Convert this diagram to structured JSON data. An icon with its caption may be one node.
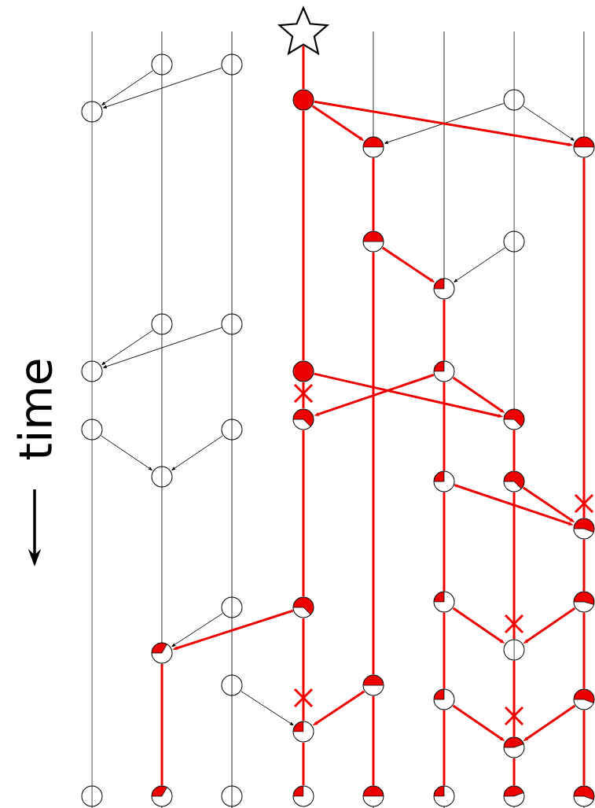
{
  "diagram": {
    "nodes": [
      {
        "text": [],
        "shape": "star"
      },
      {
        "text": [],
        "shape": "circle"
      },
      {
        "text": [],
        "shape": "circle"
      },
      {
        "text": [],
        "shape": "circle"
      },
      {
        "text": [],
        "shape": "circle"
      },
      {
        "text": [],
        "shape": "circle"
      },
      {
        "text": [],
        "shape": "circle"
      },
      {
        "text": [],
        "shape": "circle"
      },
      {
        "text": [],
        "shape": "circle"
      },
      {
        "text": [],
        "shape": "circle"
      },
      {
        "text": [],
        "shape": "circle"
      },
      {
        "text": [],
        "shape": "circle"
      },
      {
        "text": [],
        "shape": "circle"
      },
      {
        "text": [],
        "shape": "circle"
      },
      {
        "text": [],
        "shape": "circle"
      },
      {
        "text": [],
        "shape": "circle"
      },
      {
        "text": [],
        "shape": "circle"
      },
      {
        "text": [],
        "shape": "circle"
      },
      {
        "text": [],
        "shape": "circle"
      },
      {
        "text": [],
        "shape": "circle"
      },
      {
        "text": [],
        "shape": "circle"
      },
      {
        "text": [],
        "shape": "circle"
      },
      {
        "text": [],
        "shape": "circle"
      },
      {
        "text": [],
        "shape": "circle"
      },
      {
        "text": [],
        "shape": "circle"
      },
      {
        "text": [],
        "shape": "circle"
      },
      {
        "text": [],
        "shape": "circle"
      },
      {
        "text": [],
        "shape": "circle"
      },
      {
        "text": [],
        "shape": "circle"
      },
      {
        "text": [],
        "shape": "circle"
      },
      {
        "text": [],
        "shape": "circle"
      },
      {
        "text": [],
        "shape": "circle"
      },
      {
        "text": [],
        "shape": "circle"
      },
      {
        "text": [],
        "shape": "circle"
      },
      {
        "text": [],
        "shape": "circle"
      },
      {
        "text": [],
        "shape": "circle"
      },
      {
        "text": [],
        "shape": "circle"
      },
      {
        "text": [],
        "shape": "circle"
      },
      {
        "text": [],
        "shape": "circle"
      },
      {
        "text": [],
        "shape": "circle"
      },
      {
        "text": [],
        "shape": "circle"
      },
      {
        "text": [],
        "shape": "circle"
      },
      {
        "text": [],
        "shape": "circle"
      },
      {
        "text": [],
        "shape": "circle"
      }
    ],
    "edges": [
      {
        "from": 1,
        "to": 5,
        "arrow": "to",
        "color": "#000000"
      },
      {
        "from": 2,
        "to": 5,
        "arrow": "to",
        "color": "#000000"
      },
      {
        "from": 4,
        "to": 6,
        "arrow": "to",
        "color": "#000000"
      },
      {
        "from": 4,
        "to": 7,
        "arrow": "to",
        "color": "#000000"
      },
      {
        "from": 9,
        "to": 10,
        "arrow": "to",
        "color": "#000000"
      },
      {
        "from": 11,
        "to": 13,
        "arrow": "to",
        "color": "#000000"
      },
      {
        "from": 12,
        "to": 13,
        "arrow": "to",
        "color": "#000000"
      },
      {
        "from": 18,
        "to": 20,
        "arrow": "to",
        "color": "#000000"
      },
      {
        "from": 19,
        "to": 20,
        "arrow": "to",
        "color": "#000000"
      },
      {
        "from": 26,
        "to": 29,
        "arrow": "to",
        "color": "#000000"
      },
      {
        "from": 30,
        "to": 34,
        "arrow": "to",
        "color": "#000000"
      },
      {
        "from": 3,
        "to": 6,
        "arrow": "to"
      },
      {
        "from": 3,
        "to": 7,
        "arrow": "to"
      },
      {
        "from": 8,
        "to": 10,
        "arrow": "to"
      },
      {
        "from": 14,
        "to": 17,
        "arrow": "to"
      },
      {
        "from": 15,
        "to": 16,
        "arrow": "to"
      },
      {
        "from": 15,
        "to": 17,
        "arrow": "to"
      },
      {
        "from": 21,
        "to": 23,
        "arrow": "to"
      },
      {
        "from": 22,
        "to": 23,
        "arrow": "to"
      },
      {
        "from": 27,
        "to": 29,
        "arrow": "to"
      },
      {
        "from": 24,
        "to": 28,
        "arrow": "to"
      },
      {
        "from": 25,
        "to": 28,
        "arrow": "to"
      },
      {
        "from": 31,
        "to": 34,
        "arrow": "to"
      },
      {
        "from": 32,
        "to": 35,
        "arrow": "to"
      },
      {
        "from": 33,
        "to": 35,
        "arrow": "to"
      },
      {
        "from": 0,
        "to": 3,
        "arrow": "none"
      },
      {
        "from": 3,
        "to": 14,
        "arrow": "none"
      },
      {
        "from": 14,
        "to": 16,
        "arrow": "none"
      },
      {
        "from": 16,
        "to": 27,
        "arrow": "none"
      },
      {
        "from": 27,
        "to": 34,
        "arrow": "none"
      },
      {
        "from": 34,
        "to": 39,
        "arrow": "none"
      },
      {
        "from": 6,
        "to": 8,
        "arrow": "none"
      },
      {
        "from": 8,
        "to": 31,
        "arrow": "none"
      },
      {
        "from": 31,
        "to": 40,
        "arrow": "none"
      },
      {
        "from": 7,
        "to": 23,
        "arrow": "none"
      },
      {
        "from": 23,
        "to": 25,
        "arrow": "none"
      },
      {
        "from": 25,
        "to": 33,
        "arrow": "none"
      },
      {
        "from": 33,
        "to": 43,
        "arrow": "none"
      },
      {
        "from": 10,
        "to": 15,
        "arrow": "none"
      },
      {
        "from": 15,
        "to": 21,
        "arrow": "none"
      },
      {
        "from": 21,
        "to": 24,
        "arrow": "none"
      },
      {
        "from": 24,
        "to": 32,
        "arrow": "none"
      },
      {
        "from": 32,
        "to": 41,
        "arrow": "none"
      },
      {
        "from": 17,
        "to": 22,
        "arrow": "none"
      },
      {
        "from": 22,
        "to": 28,
        "arrow": "none"
      },
      {
        "from": 28,
        "to": 35,
        "arrow": "none"
      },
      {
        "from": 35,
        "to": 42,
        "arrow": "none"
      },
      {
        "from": 29,
        "to": 37,
        "arrow": "none"
      }
    ],
    "labels": [
      "time"
    ]
  }
}
